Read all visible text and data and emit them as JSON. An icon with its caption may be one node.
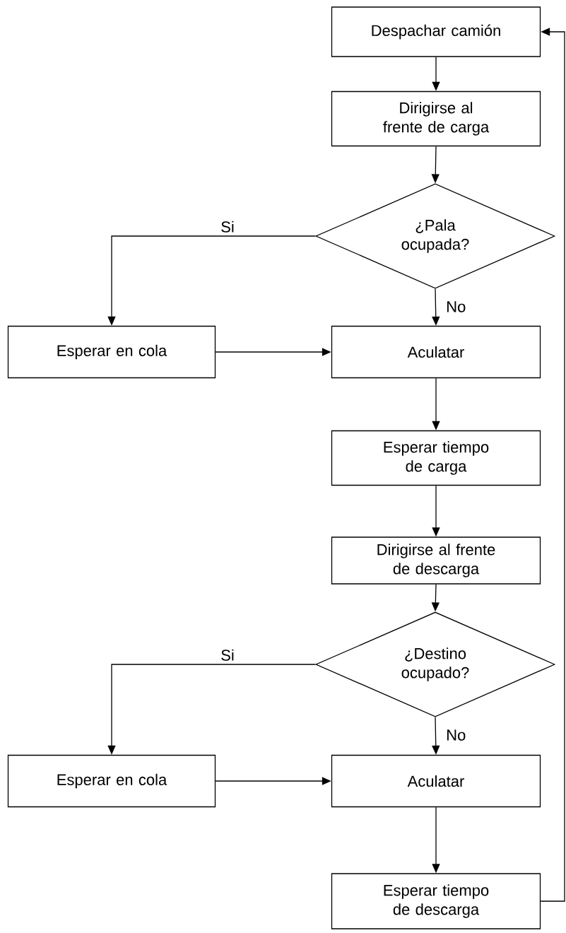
{
  "diagram": {
    "nodes": [
      {
        "text": [
          "Despachar camión"
        ]
      },
      {
        "text": [
          "Dirigirse al frente de carga"
        ]
      },
      {
        "text": [
          "¿Pala ocupada?"
        ]
      },
      {
        "text": [
          "Esperar en cola"
        ]
      },
      {
        "text": [
          "Aculatar"
        ]
      },
      {
        "text": [
          "Esperar tiempo de carga"
        ]
      },
      {
        "text": [
          "Dirigirse al frente de descarga"
        ]
      },
      {
        "text": [
          "¿Destino ocupado?"
        ]
      },
      {
        "text": [
          "Esperar en cola"
        ]
      },
      {
        "text": [
          "Aculatar"
        ]
      },
      {
        "text": [
          "Esperar tiempo de descarga"
        ]
      }
    ],
    "edges": [
      {
        "from": 0,
        "to": 1,
        "arrow": "to"
      },
      {
        "from": 1,
        "to": 2,
        "arrow": "to"
      },
      {
        "from": 2,
        "to": 3,
        "arrow": "to",
        "label": "Si"
      },
      {
        "from": 2,
        "to": 4,
        "arrow": "to",
        "label": "No"
      },
      {
        "from": 3,
        "to": 4,
        "arrow": "to"
      },
      {
        "from": 4,
        "to": 5,
        "arrow": "to"
      },
      {
        "from": 5,
        "to": 6,
        "arrow": "to"
      },
      {
        "from": 6,
        "to": 7,
        "arrow": "to"
      },
      {
        "from": 7,
        "to": 8,
        "arrow": "to",
        "label": "Si"
      },
      {
        "from": 7,
        "to": 9,
        "arrow": "to",
        "label": "No"
      },
      {
        "from": 8,
        "to": 9,
        "arrow": "to"
      },
      {
        "from": 9,
        "to": 10,
        "arrow": "to"
      },
      {
        "from": 10,
        "to": 0,
        "arrow": "to"
      }
    ]
  }
}
